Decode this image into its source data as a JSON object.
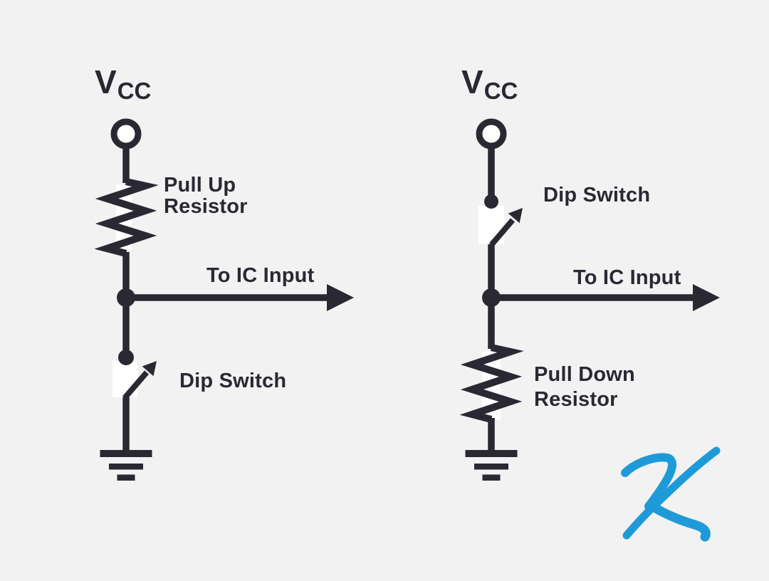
{
  "colors": {
    "background": "#f2f2f2",
    "ink": "#2a2832",
    "signature_blue": "#1f9ad8"
  },
  "left_circuit": {
    "name": "pull-up configuration",
    "supply_label": "V",
    "supply_label_sub": "CC",
    "resistor_label": "Pull Up\nResistor",
    "output_label": "To IC Input",
    "switch_label": "Dip Switch"
  },
  "right_circuit": {
    "name": "pull-down configuration",
    "supply_label": "V",
    "supply_label_sub": "CC",
    "switch_label": "Dip Switch",
    "output_label": "To IC Input",
    "resistor_label": "Pull Down\nResistor"
  },
  "signature": {
    "letter": "K"
  }
}
